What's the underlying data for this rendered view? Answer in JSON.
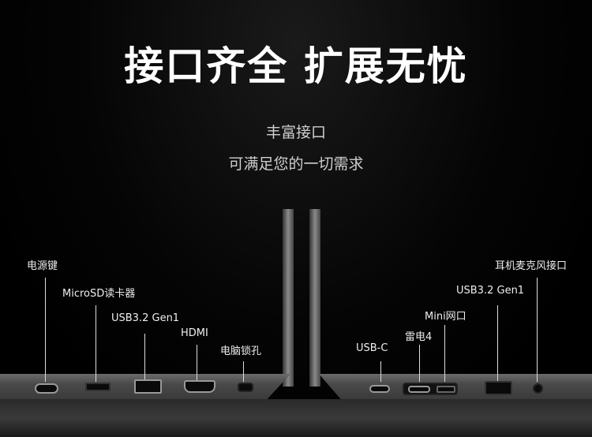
{
  "headline": "接口齐全 扩展无忧",
  "subtitle1": "丰富接口",
  "subtitle2": "可满足您的一切需求",
  "left_ports": [
    {
      "label": "电源键",
      "icon": "power-button"
    },
    {
      "label": "MicroSD读卡器",
      "icon": "sd-card-slot"
    },
    {
      "label": "USB3.2 Gen1",
      "icon": "usb-a-port"
    },
    {
      "label": "HDMI",
      "icon": "hdmi-port"
    },
    {
      "label": "电脑锁孔",
      "icon": "lock-slot"
    }
  ],
  "right_ports": [
    {
      "label": "USB-C",
      "icon": "usb-c-port"
    },
    {
      "label": "雷电4",
      "icon": "thunderbolt-port"
    },
    {
      "label": "Mini网口",
      "icon": "mini-ethernet-port"
    },
    {
      "label": "USB3.2 Gen1",
      "icon": "usb-a-port"
    },
    {
      "label": "耳机麦克风接口",
      "icon": "audio-jack"
    }
  ]
}
